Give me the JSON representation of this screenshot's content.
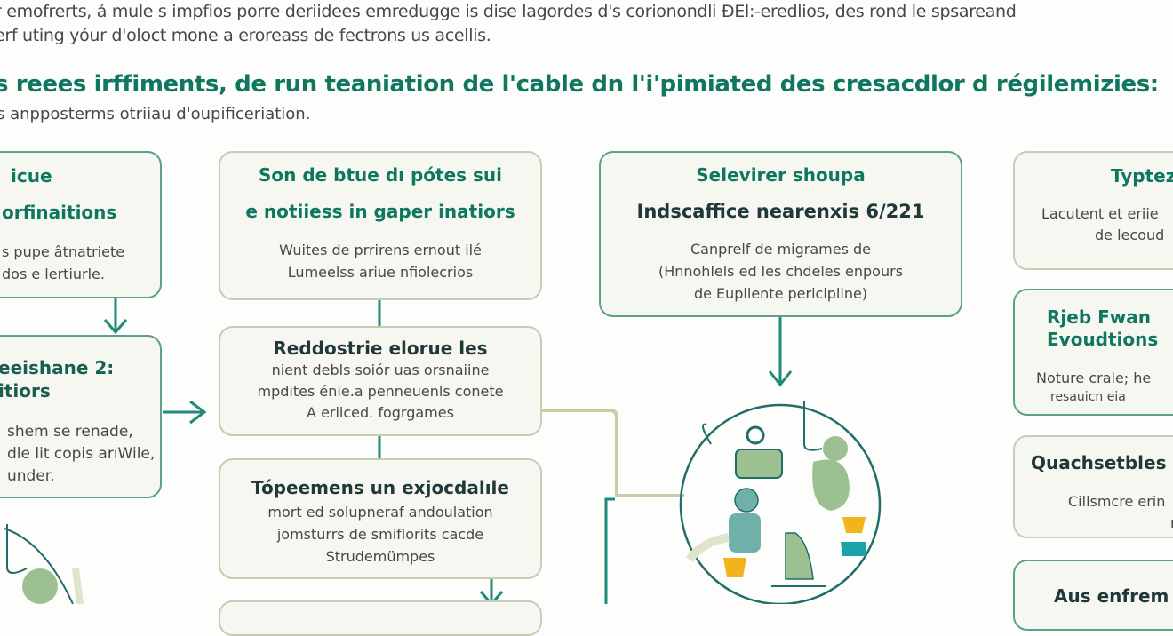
{
  "intro": {
    "line1": "r emofrerts, á mule s impfios porre deriidees emredugge is dise lagordes d's corionondli ÐEl:-eredlios, des rond le spsareand",
    "line2": "erf uting yóur d'oloct mone a eroreass de fectrons us acellis."
  },
  "heading": "s reees irffiments, de run teaniation de l'cable dn l'i'pimiated des cresacdlor d régilemizies:",
  "subheading": "s anpposterms otriiau d'oupificeriation.",
  "boxes": {
    "a": {
      "title1": "icue",
      "title2": "orfinaitions",
      "body": [
        "s pupe âtnatriete",
        "dos e lertiurle."
      ]
    },
    "b": {
      "title1": "Son de btue dı pótes sui",
      "title2": "e notiiess in gaper inatiors",
      "body": [
        "Wuites de prrirens ernout ilé",
        "Lumeelss ariue nfiolecrios"
      ]
    },
    "c": {
      "title1": "Selevirer shoupa",
      "title2": "Indscaffice nearenxis 6/221",
      "body": [
        "Canprelf de migrames de",
        "(Hnnohlels ed les chdeles enpours",
        "de Eupliente pericipline)"
      ]
    },
    "d": {
      "title1": "Typtez",
      "body": [
        "Lacutent et eriie",
        "de lecoud"
      ]
    },
    "e": {
      "title1": "Rjeb Fwan",
      "title2": "Evoudtions",
      "body": [
        "Noture crale; he",
        "resauicn eia"
      ]
    },
    "f": {
      "title1": "Quachsetbles",
      "body": [
        "Cillsmcre erin",
        "r"
      ]
    },
    "g": {
      "title1": "Aus enfrem"
    },
    "h": {
      "title1": "eeishane 2:",
      "title2": "itiors",
      "body": [
        "shem se renade,",
        "dle lit copis arıWile,",
        "under."
      ]
    },
    "i": {
      "title1": "Reddostrie elorue les",
      "body": [
        "nient debls soiór uas orsnaiine",
        "mpdites énie.a penneuenls conete",
        "A eriiced. fogrgames"
      ]
    },
    "j": {
      "title1": "Tópeemens un exjocdalıle",
      "body": [
        "mort ed solupneraf andoulation",
        "jomsturrs de smiflorits cacde",
        "Strudemümpes"
      ]
    }
  },
  "colors": {
    "teal": "#10775f",
    "connector_teal": "#1f8a7a",
    "connector_olive": "#c3cfa6",
    "figure_green": "#9cc08f",
    "figure_blue": "#6fb0a8",
    "accent_yellow": "#f2b41c",
    "accent_cyan": "#1aa3a8"
  }
}
